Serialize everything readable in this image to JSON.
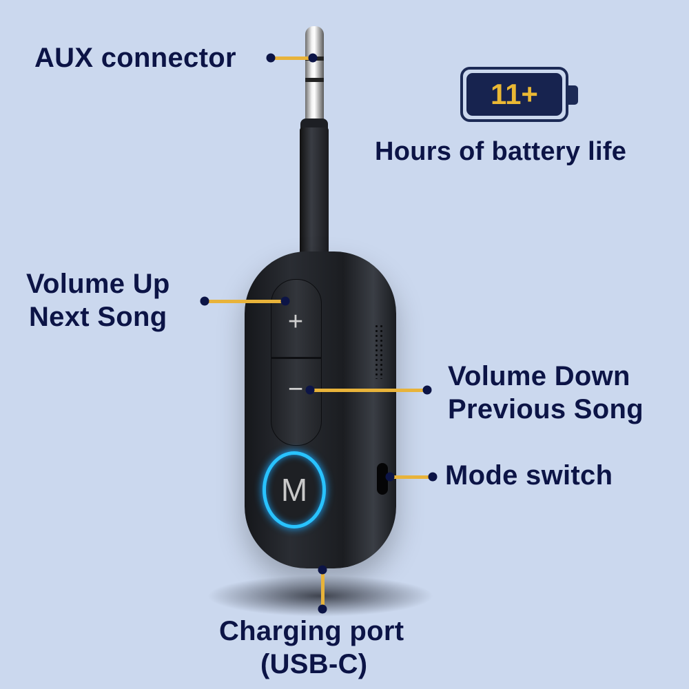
{
  "battery": {
    "badge_text": "11+",
    "caption": "Hours of battery life",
    "fill_color": "#17234f",
    "text_color": "#eab834"
  },
  "device": {
    "plus_glyph": "+",
    "minus_glyph": "−",
    "mode_button_glyph": "M",
    "mode_ring_color": "#29c3ff"
  },
  "callouts": {
    "aux": {
      "label": "AUX connector"
    },
    "volume_up": {
      "line1": "Volume Up",
      "line2": "Next Song"
    },
    "volume_down": {
      "line1": "Volume Down",
      "line2": "Previous Song"
    },
    "mode_switch": {
      "label": "Mode switch"
    },
    "charging": {
      "line1": "Charging port",
      "line2": "(USB-C)"
    }
  },
  "colors": {
    "background": "#cbd8ee",
    "text": "#0c1446",
    "leader_line": "#e8b33a",
    "leader_dot": "#0c1446"
  }
}
